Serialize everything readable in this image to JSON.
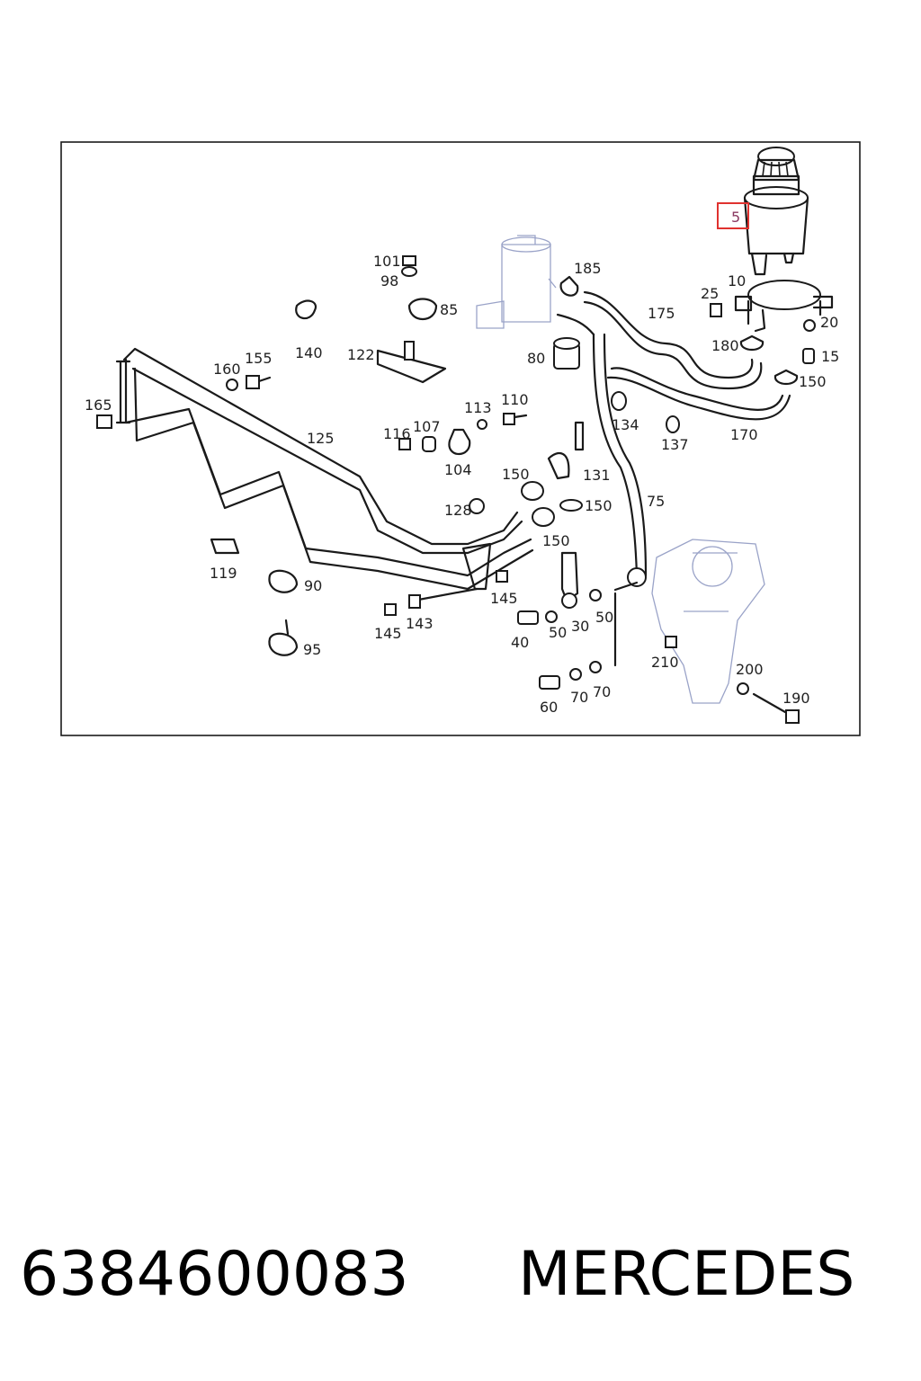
{
  "diagram": {
    "highlighted_part": "5",
    "part_labels": [
      "5",
      "10",
      "25",
      "20",
      "15",
      "150",
      "180",
      "175",
      "185",
      "101",
      "98",
      "85",
      "140",
      "122",
      "80",
      "160",
      "155",
      "165",
      "125",
      "116",
      "107",
      "113",
      "110",
      "104",
      "134",
      "137",
      "170",
      "150",
      "131",
      "128",
      "150",
      "150",
      "75",
      "119",
      "90",
      "95",
      "145",
      "143",
      "145",
      "40",
      "50",
      "30",
      "50",
      "210",
      "200",
      "190",
      "60",
      "70",
      "70"
    ]
  },
  "caption": {
    "part_number": "6384600083",
    "brand": "MERCEDES"
  }
}
